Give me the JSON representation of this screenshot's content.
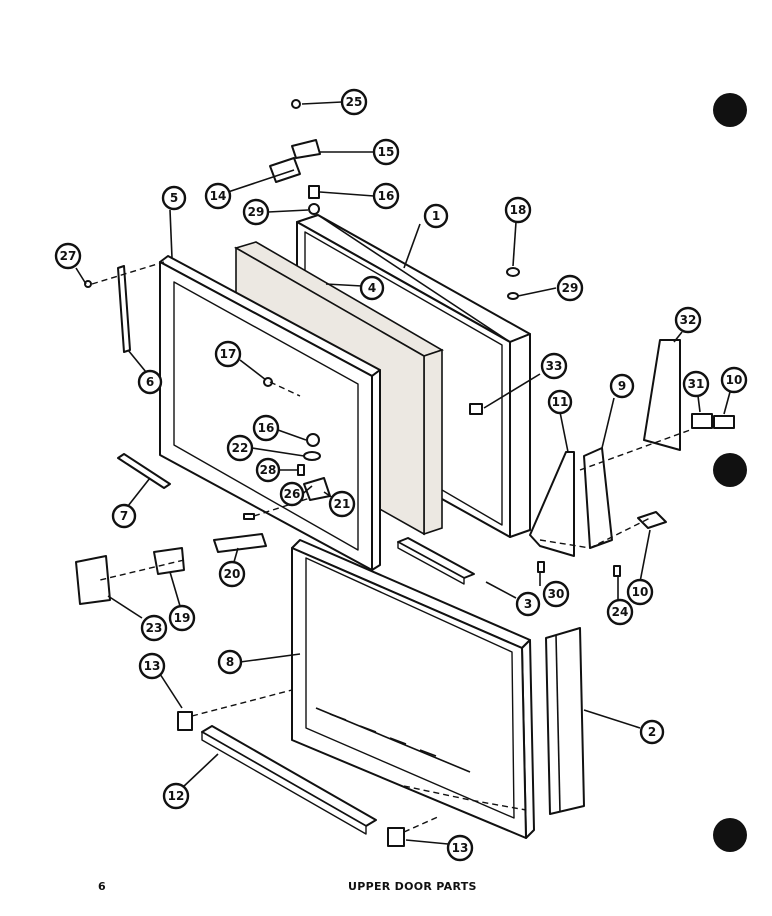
{
  "caption": "UPPER DOOR PARTS",
  "page_number": "6",
  "callouts": {
    "c1": "1",
    "c2": "2",
    "c3": "3",
    "c4": "4",
    "c5": "5",
    "c6": "6",
    "c7": "7",
    "c8": "8",
    "c9": "9",
    "c10a": "10",
    "c10b": "10",
    "c11": "11",
    "c12": "12",
    "c13a": "13",
    "c13b": "13",
    "c14": "14",
    "c15": "15",
    "c16a": "16",
    "c16b": "16",
    "c17": "17",
    "c18": "18",
    "c19": "19",
    "c20": "20",
    "c21": "21",
    "c22": "22",
    "c23": "23",
    "c24": "24",
    "c25": "25",
    "c26": "26",
    "c27": "27",
    "c28": "28",
    "c29a": "29",
    "c29b": "29",
    "c30": "30",
    "c31": "31",
    "c32": "32",
    "c33": "33"
  }
}
